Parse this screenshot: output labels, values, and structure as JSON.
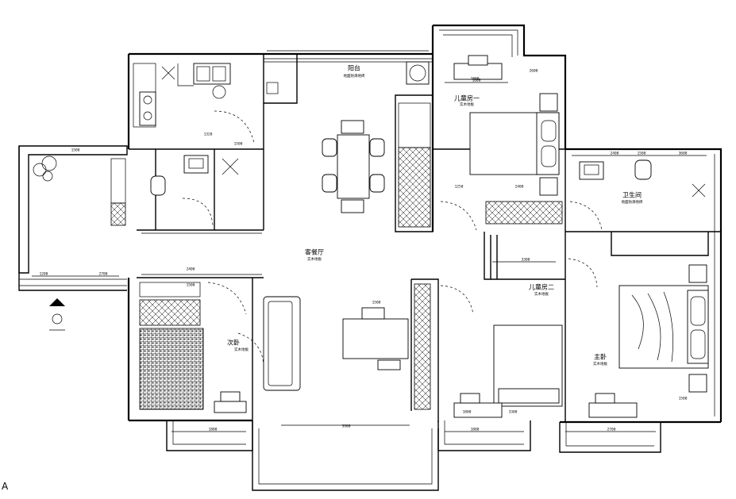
{
  "rooms": {
    "balcony_north": {
      "name": "阳台",
      "note": "地面防滑地砖"
    },
    "living": {
      "name": "客餐厅",
      "note": "实木地板"
    },
    "child_room_1": {
      "name": "儿童房一",
      "note": "实木地板"
    },
    "child_room_2": {
      "name": "儿童房二",
      "note": "实木地板"
    },
    "second_bed": {
      "name": "次卧",
      "note": "实木地板"
    },
    "bathroom": {
      "name": "卫生间",
      "note": "地面防滑地砖"
    },
    "master_bed": {
      "name": "主卧",
      "note": "实木地板"
    }
  },
  "dimensions": [
    "2400",
    "1320",
    "1500",
    "2700",
    "3900",
    "1800",
    "3300",
    "1800",
    "1600",
    "2400",
    "2700",
    "1200",
    "1500",
    "1250",
    "2400",
    "3300",
    "1800",
    "2600",
    "1500",
    "1500",
    "1500",
    "3600",
    "1500",
    "1800"
  ],
  "section_mark": "A"
}
